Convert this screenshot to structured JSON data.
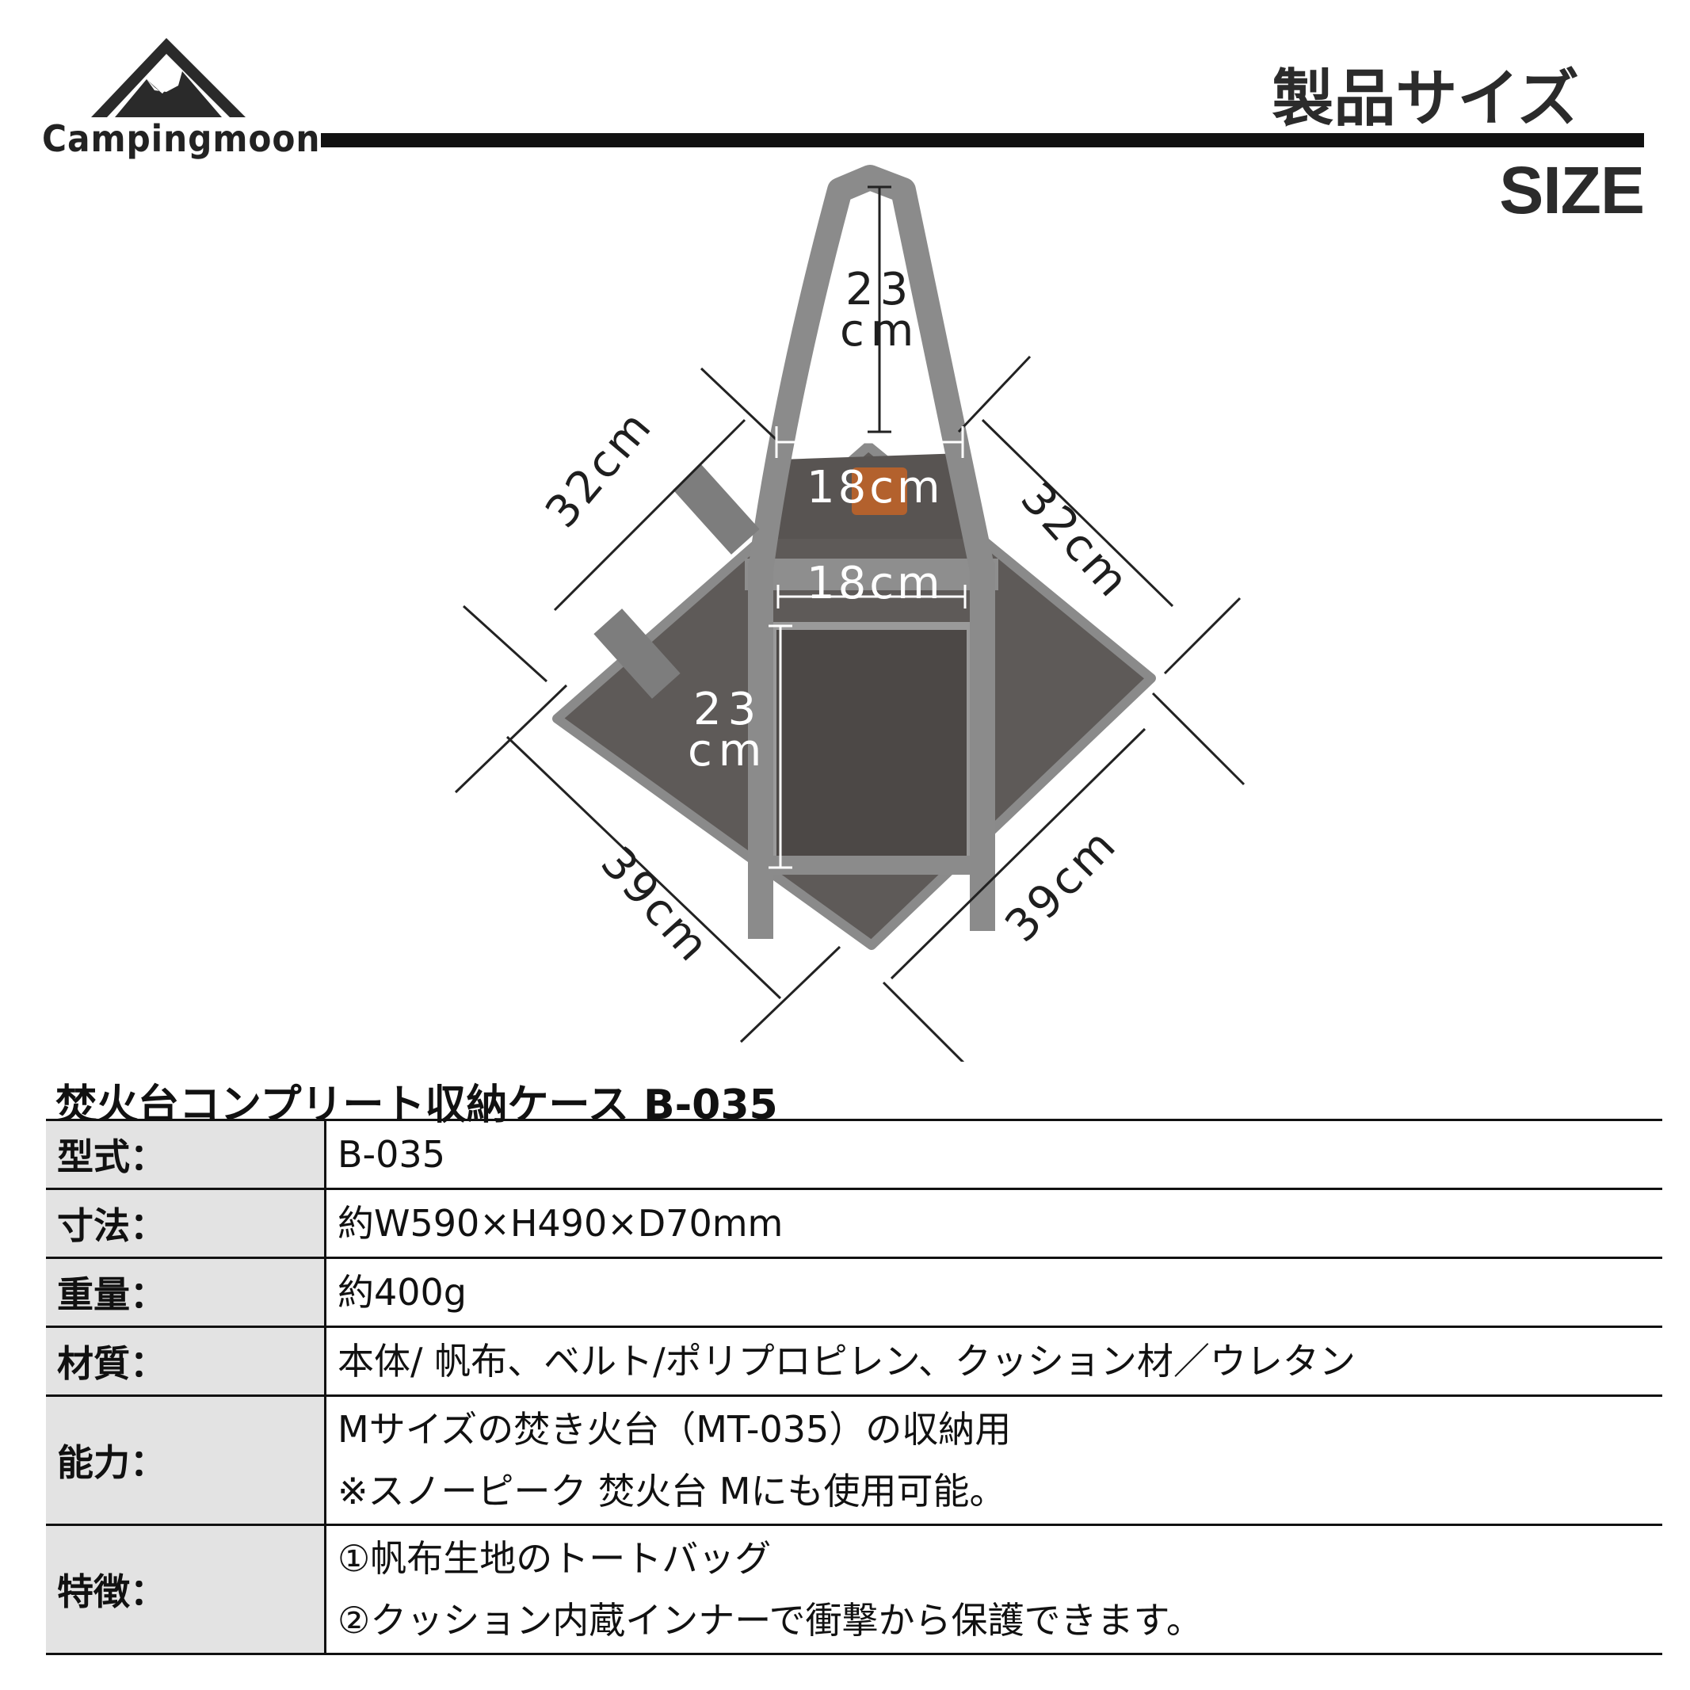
{
  "brand": {
    "name": "Campingmoon",
    "colors": {
      "logo_dark": "#2a2a2a",
      "logo_rust": "#8b3a2a"
    }
  },
  "header": {
    "title_jp": "製品サイズ",
    "title_en": "SIZE"
  },
  "dimensions": {
    "strap_height_num": "23",
    "strap_height_unit": "cm",
    "top_width": "18cm",
    "mid_width": "18cm",
    "pocket_height_num": "23",
    "pocket_height_unit": "cm",
    "upper_left": "32cm",
    "upper_right": "32cm",
    "lower_left": "39cm",
    "lower_right": "39cm"
  },
  "product": {
    "name": "焚火台コンプリート収納ケース B-035"
  },
  "specs": [
    {
      "label": "型式：",
      "lines": [
        "B-035"
      ]
    },
    {
      "label": "寸法：",
      "lines": [
        "約W590×H490×D70mm"
      ]
    },
    {
      "label": "重量：",
      "lines": [
        "約400g"
      ]
    },
    {
      "label": "材質：",
      "lines": [
        "本体/ 帆布、ベルト/ポリプロピレン、クッション材／ウレタン"
      ]
    },
    {
      "label": "能力：",
      "lines": [
        "Mサイズの焚き火台（MT-035）の収納用",
        "※スノーピーク 焚火台 Mにも使用可能。"
      ]
    },
    {
      "label": "特徴：",
      "lines": [
        "①帆布生地のトートバッグ",
        "②クッション内蔵インナーで衝撃から保護できます。"
      ]
    }
  ]
}
